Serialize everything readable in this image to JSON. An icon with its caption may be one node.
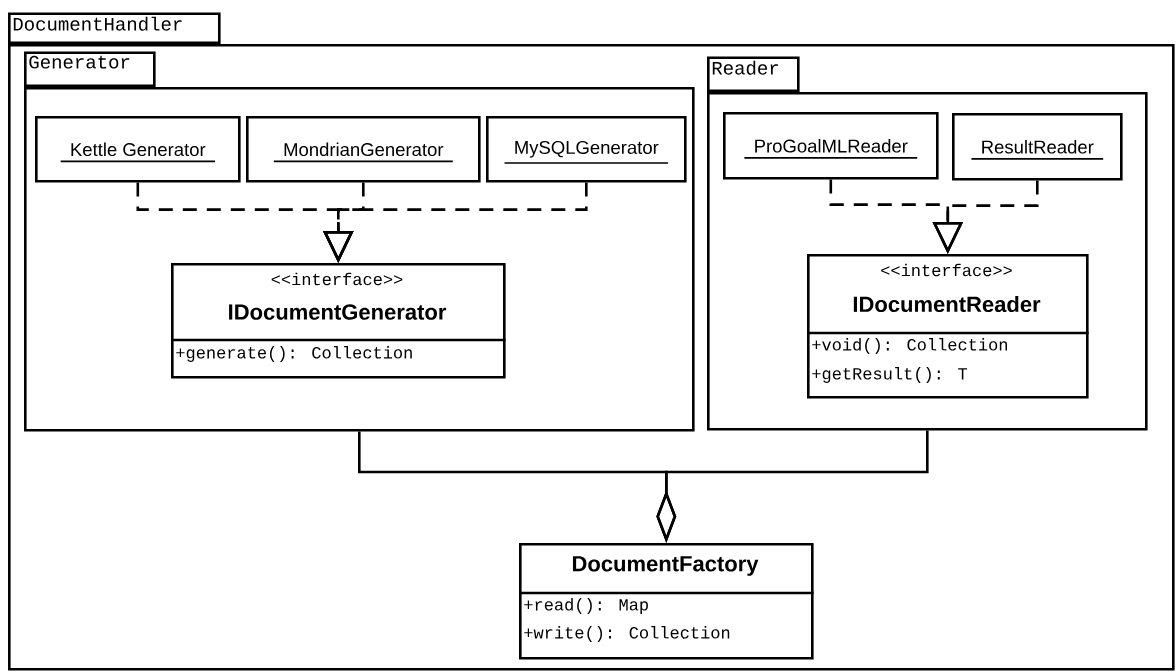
{
  "diagram": {
    "nodes": [
      {
        "text": [
          "DocumentHandler"
        ]
      },
      {
        "text": [
          "Generator"
        ],
        "in": 0
      },
      {
        "text": [
          "Kettle Generator"
        ],
        "in": 1
      },
      {
        "text": [
          "MondrianGenerator"
        ],
        "in": 1
      },
      {
        "text": [
          "MySQLGenerator"
        ],
        "in": 1
      },
      {
        "text": [
          "<<interface>>",
          "IDocumentGenerator",
          "+generate(): Collection"
        ],
        "in": 1
      },
      {
        "text": [
          "Reader"
        ],
        "in": 0
      },
      {
        "text": [
          "ProGoalMLReader"
        ],
        "in": 6
      },
      {
        "text": [
          "ResultReader"
        ],
        "in": 6
      },
      {
        "text": [
          "<<interface>>",
          "IDocumentReader",
          "+void(): Collection",
          "+getResult(): T"
        ],
        "in": 6
      },
      {
        "text": [
          "DocumentFactory",
          "+read(): Map",
          "+write(): Collection"
        ],
        "in": 0
      }
    ],
    "edges": [
      {
        "from": 2,
        "to": 5,
        "arrow": "to",
        "style": "dashed"
      },
      {
        "from": 3,
        "to": 5,
        "arrow": "to",
        "style": "dashed"
      },
      {
        "from": 4,
        "to": 5,
        "arrow": "to",
        "style": "dashed"
      },
      {
        "from": 7,
        "to": 9,
        "arrow": "to",
        "style": "dashed"
      },
      {
        "from": 8,
        "to": 9,
        "arrow": "to",
        "style": "dashed"
      },
      {
        "from": 1,
        "to": 10,
        "arrow": "other"
      },
      {
        "from": 6,
        "to": 10,
        "arrow": "other"
      }
    ]
  }
}
